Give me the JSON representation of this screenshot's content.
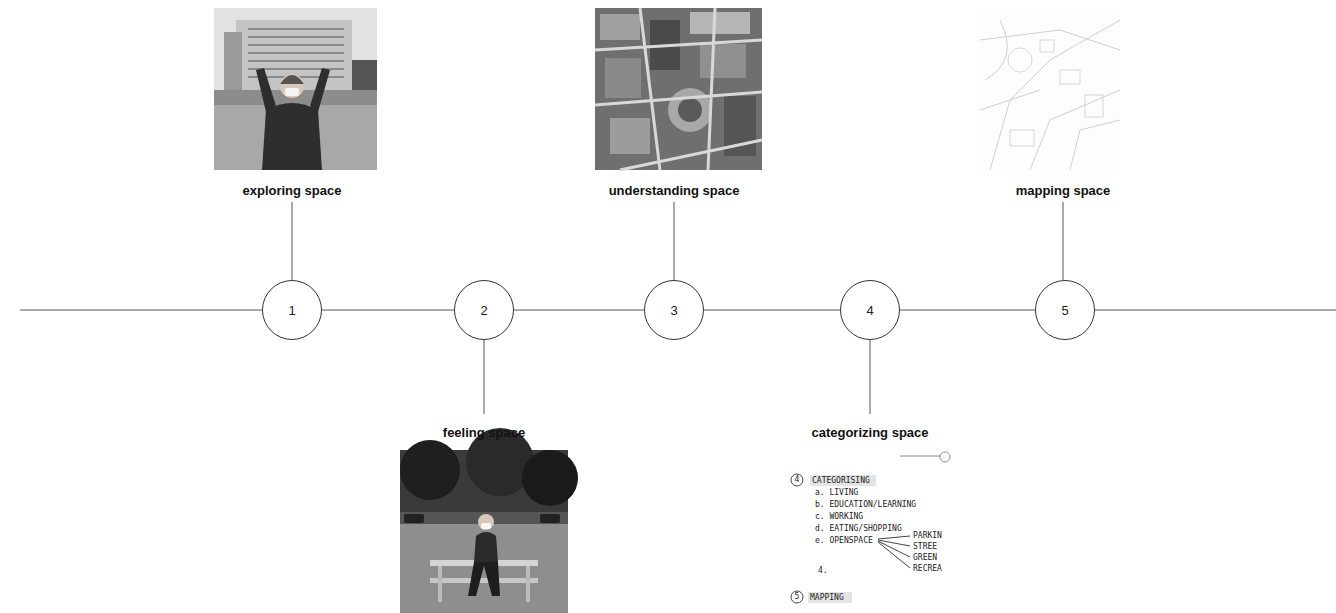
{
  "diagram": {
    "nodes": [
      {
        "text": [
          "1"
        ]
      },
      {
        "text": [
          "2"
        ]
      },
      {
        "text": [
          "3"
        ]
      },
      {
        "text": [
          "4"
        ]
      },
      {
        "text": [
          "5"
        ]
      }
    ],
    "edges": [
      {
        "from": 0,
        "to": 1,
        "arrow": "none"
      },
      {
        "from": 1,
        "to": 2,
        "arrow": "none"
      },
      {
        "from": 2,
        "to": 3,
        "arrow": "none"
      },
      {
        "from": 3,
        "to": 4,
        "arrow": "none"
      }
    ],
    "labels": [
      "exploring space",
      "understanding space",
      "mapping space",
      "feeling space",
      "categorizing space",
      "4",
      "CATEGORISING",
      "a. LIVING",
      "b. EDUCATION/LEARNING",
      "c. WORKING",
      "d. EATING/SHOPPING",
      "e. OPENSPACE",
      "PARKIN",
      "STREE",
      "GREEN",
      "RECREA",
      "4.",
      "5",
      "MAPPING"
    ]
  }
}
